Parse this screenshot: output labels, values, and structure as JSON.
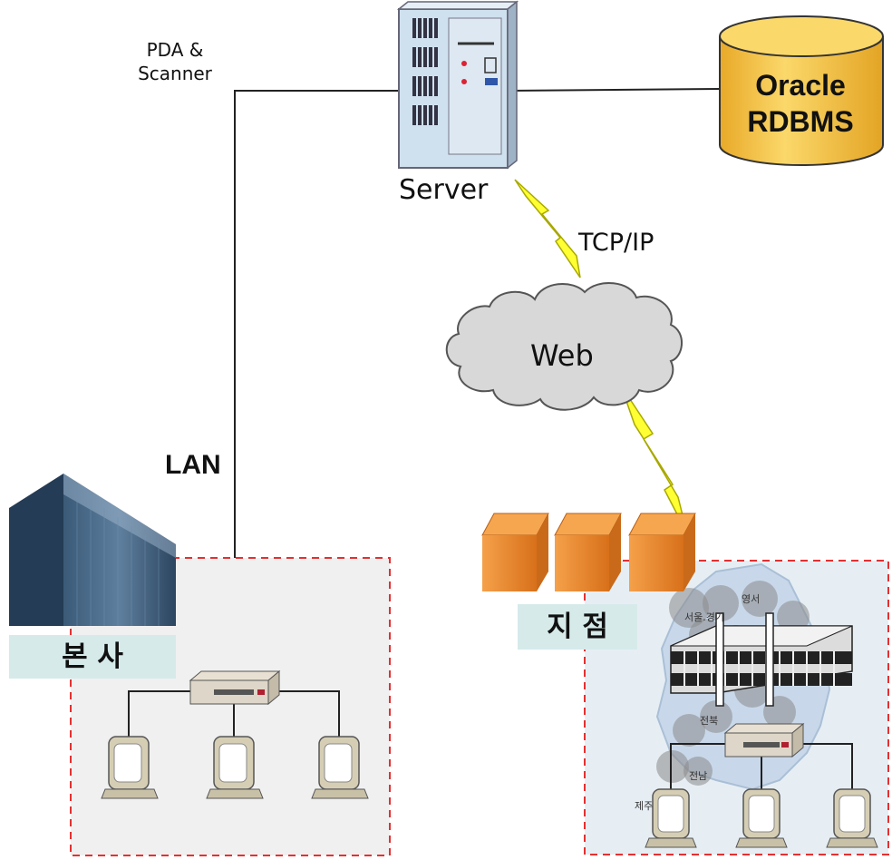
{
  "labels": {
    "pda_line1": "PDA &",
    "pda_line2": "Scanner",
    "server": "Server",
    "tcpip": "TCP/IP",
    "web": "Web",
    "lan": "LAN",
    "oracle_line1": "Oracle",
    "oracle_line2": "RDBMS",
    "headquarters": "본 사",
    "branch": "지 점"
  },
  "map_regions": {
    "seoul_gyeonggi": "서울.경기",
    "yeongseo": "영서",
    "jeonbuk": "전북",
    "jeonnam": "전남",
    "jeju": "제주"
  },
  "colors": {
    "zone_border": "#e53030",
    "zone_fill": "#f0f0f0",
    "map_bg": "#d6e6f0",
    "db_fill": "#f6c344",
    "lightning": "#ffff33",
    "cloud": "#d8d8d8",
    "server_fill": "#cfe0ee",
    "box_orange": "#f08a2c",
    "label_bg": "#d6eaea"
  },
  "icons": [
    "server-icon",
    "database-icon",
    "cloud-icon",
    "hub-icon",
    "terminal-icon",
    "building-icon",
    "storage-box-icon",
    "lightning-icon"
  ]
}
